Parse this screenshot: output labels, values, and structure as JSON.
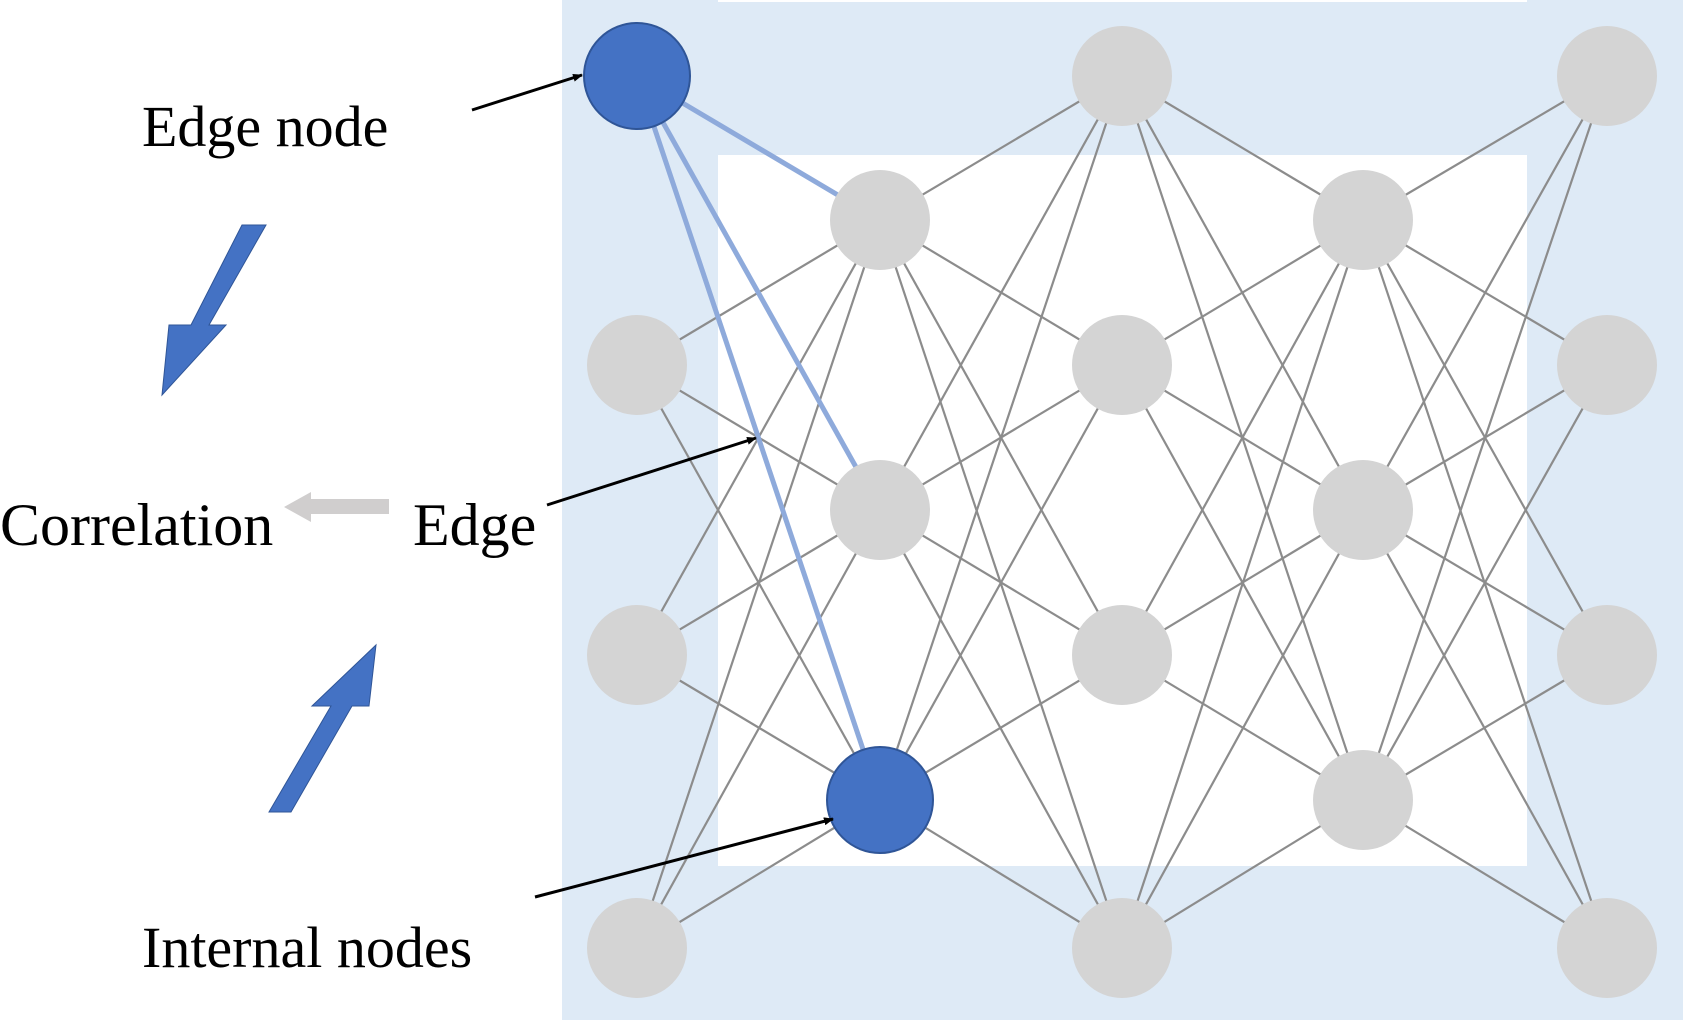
{
  "diagram": {
    "title": "Network of edge nodes and internal nodes",
    "labels": {
      "edge_node": "Edge node",
      "correlation": "Correlation",
      "edge": "Edge",
      "internal_nodes": "Internal nodes"
    },
    "colors": {
      "outer_region": "#deeaf6",
      "inner_region": "#ffffff",
      "node_default": "#d4d4d4",
      "node_highlight": "#4472c4",
      "node_highlight_stroke": "#2f5597",
      "edge_default": "#8c8c8c",
      "edge_highlight": "#8eaadb",
      "flow_arrow": "#4472c4",
      "correlation_arrow": "#d0cece",
      "pointer_arrow": "#000000"
    },
    "layout_grid": {
      "columns": [
        {
          "id": "A",
          "rows": [
            "r0",
            "r2",
            "r4",
            "r6"
          ]
        },
        {
          "id": "B",
          "rows": [
            "r1",
            "r3",
            "r5"
          ]
        },
        {
          "id": "C",
          "rows": [
            "r0",
            "r2",
            "r4",
            "r6"
          ]
        },
        {
          "id": "D",
          "rows": [
            "r1",
            "r3",
            "r5"
          ]
        },
        {
          "id": "E",
          "rows": [
            "r0",
            "r2",
            "r4",
            "r6"
          ]
        }
      ],
      "connectivity": "complete bipartite between adjacent columns"
    },
    "highlighted_nodes": [
      {
        "id": "A-r0",
        "role": "edge node"
      },
      {
        "id": "B-r5",
        "role": "internal node"
      }
    ],
    "highlighted_edges": [
      [
        "A-r0",
        "B-r1"
      ],
      [
        "A-r0",
        "B-r3"
      ],
      [
        "A-r0",
        "B-r5"
      ]
    ]
  }
}
